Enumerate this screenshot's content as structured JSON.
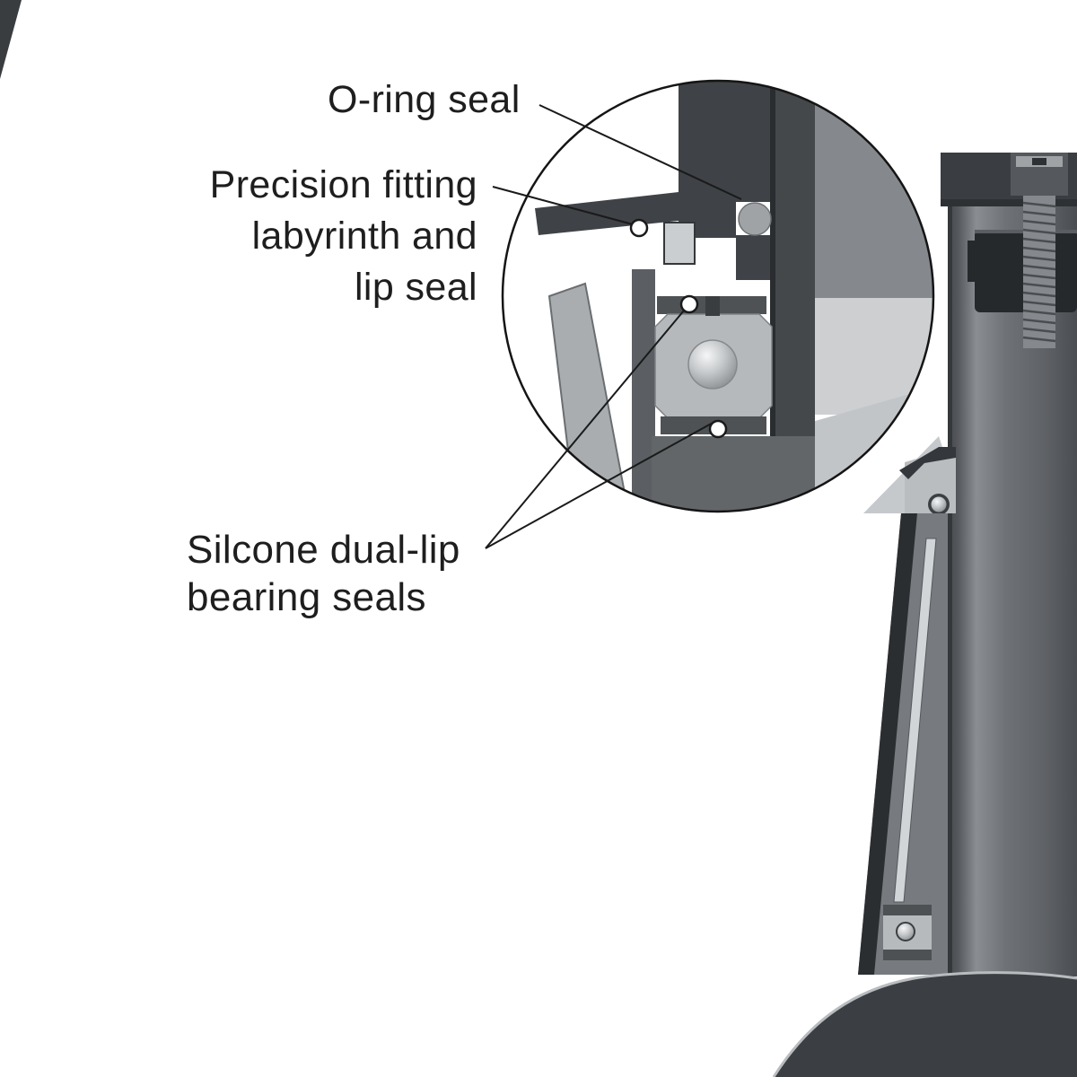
{
  "colors": {
    "background": "#ffffff",
    "ink": "#1a1a1a",
    "dark_metal": "#3f4246",
    "mid_metal": "#7b7f83",
    "light_metal": "#b5b9bc",
    "highlight_metal": "#d2d5d7"
  },
  "labels": {
    "oring": "O-ring seal",
    "precision1": "Precision fitting",
    "precision2": "labyrinth and",
    "precision3": "lip seal",
    "silicone1": "Silcone dual-lip",
    "silicone2": "bearing seals"
  }
}
